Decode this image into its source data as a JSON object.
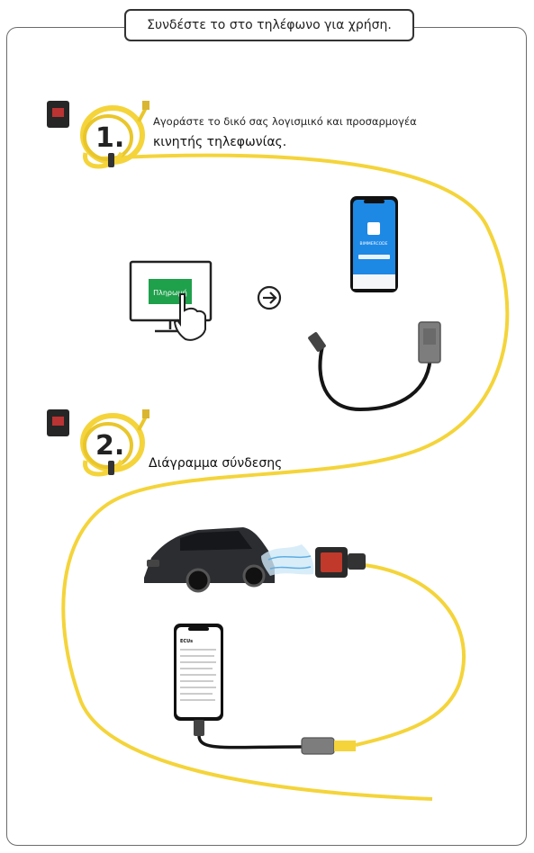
{
  "title": "Συνδέστε το στο τηλέφωνο για χρήση.",
  "step1": {
    "number": "1.",
    "line1": "Αγοράστε το δικό σας λογισμικό και προσαρμογέα",
    "line2": "κινητής τηλεφωνίας."
  },
  "step2": {
    "number": "2.",
    "text": "Διάγραμμα σύνδεσης"
  },
  "monitor": {
    "button_label": "Πληρωμή"
  },
  "phone1": {
    "brand": "BIMMERCODE"
  },
  "phone2": {
    "header": "ECUs"
  },
  "colors": {
    "cable": "#f4d43a",
    "app_blue": "#1e88e5",
    "pay_green": "#1fa04b",
    "obd_red": "#c0392b"
  }
}
